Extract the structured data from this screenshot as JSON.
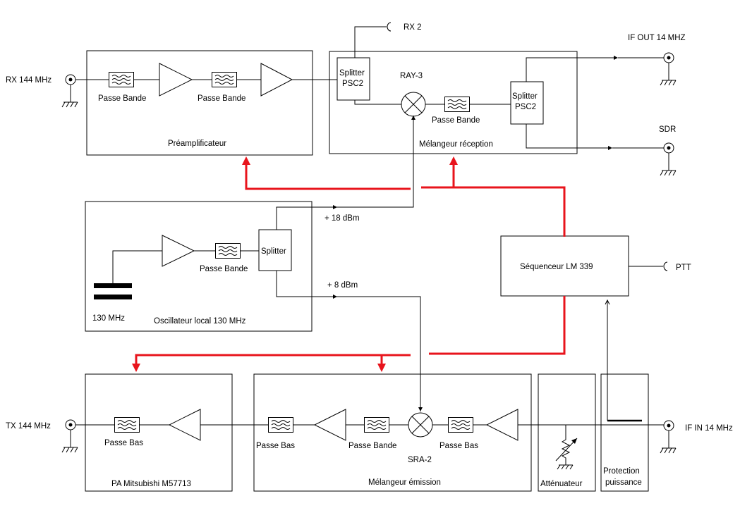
{
  "labels": {
    "rx_in": "RX 144 MHz",
    "rx2": "RX 2",
    "if_out": "IF OUT 14 MHZ",
    "sdr": "SDR",
    "preamp_filter1": "Passe Bande",
    "preamp_filter2": "Passe Bande",
    "preamp_title": "Préamplificateur",
    "splitter1": [
      "Splitter",
      "PSC2"
    ],
    "mixer_rx": "RAY-3",
    "rx_filter": "Passe Bande",
    "splitter2": [
      "Splitter",
      "PSC2"
    ],
    "rx_mixer_title": "Mélangeur réception",
    "lo_power1": "+ 18 dBm",
    "lo_power2": "+ 8 dBm",
    "lo_splitter": "Splitter",
    "lo_filter": "Passe Bande",
    "crystal": "130 MHz",
    "lo_title": "Oscillateur local 130 MHz",
    "sequencer": "Séquenceur LM 339",
    "ptt": "PTT",
    "tx_out": "TX 144 MHz",
    "pa_filter": "Passe Bas",
    "pa_title": "PA Mitsubishi M57713",
    "tx_filter_lp1": "Passe Bas",
    "tx_filter_bp": "Passe Bande",
    "tx_filter_lp2": "Passe Bas",
    "mixer_tx": "SRA-2",
    "tx_mixer_title": "Mélangeur émission",
    "attenuator": "Atténuateur",
    "protection": [
      "Protection",
      "puissance"
    ],
    "if_in": "IF IN 14 MHz"
  },
  "colors": {
    "control_line": "#e8141c",
    "line": "#000000"
  }
}
